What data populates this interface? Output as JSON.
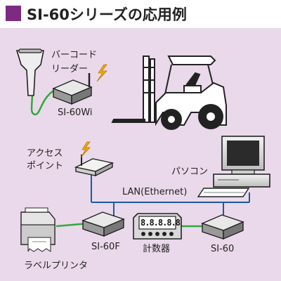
{
  "title": "SI-60シリーズの応用例",
  "labels": {
    "barcode_reader_line1": "バーコード",
    "barcode_reader_line2": "リーダー",
    "si60wi": "SI-60Wi",
    "access_point_line1": "アクセス",
    "access_point_line2": "ポイント",
    "pc": "パソコン",
    "lan": "LAN(Ethernet)",
    "si60f": "SI-60F",
    "counter": "計数器",
    "si60": "SI-60",
    "label_printer": "ラベルプリンタ"
  },
  "counter_display": "8.8.8.8.8",
  "colors": {
    "background": "#ead9ea",
    "title_mark": "#7d2a82",
    "network_line": "#1a5aa8",
    "serial_cable": "#2faa3c",
    "lightning": "#f2a900"
  }
}
